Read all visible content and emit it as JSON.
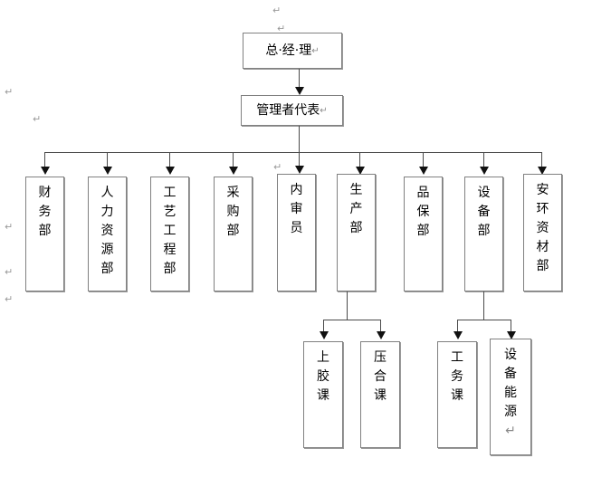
{
  "document": {
    "title": "组织架构图",
    "type": "org-chart",
    "paragraph_mark": "↵",
    "space_dot": "·"
  },
  "nodes": {
    "general_manager": {
      "label": "总·经·理",
      "chars": [
        "总",
        "·",
        "经",
        "·",
        "理"
      ]
    },
    "management_rep": {
      "label": "管理者代表",
      "chars": [
        "管",
        "理",
        "者",
        "代",
        "表"
      ]
    }
  },
  "departments": [
    {
      "id": "finance",
      "label": "财务部",
      "chars": [
        "财",
        "务",
        "部"
      ]
    },
    {
      "id": "hr",
      "label": "人力资源部",
      "chars": [
        "人",
        "力",
        "资",
        "源",
        "部"
      ]
    },
    {
      "id": "process-eng",
      "label": "工艺工程部",
      "chars": [
        "工",
        "艺",
        "工",
        "程",
        "部"
      ]
    },
    {
      "id": "purchasing",
      "label": "采购部",
      "chars": [
        "采",
        "购",
        "部"
      ]
    },
    {
      "id": "internal-auditor",
      "label": "内审员",
      "chars": [
        "内",
        "审",
        "员"
      ]
    },
    {
      "id": "production",
      "label": "生产部",
      "chars": [
        "生",
        "产",
        "部"
      ]
    },
    {
      "id": "quality",
      "label": "品保部",
      "chars": [
        "品",
        "保",
        "部"
      ]
    },
    {
      "id": "equipment",
      "label": "设备部",
      "chars": [
        "设",
        "备",
        "部"
      ]
    },
    {
      "id": "ehs-materials",
      "label": "安环资材部",
      "chars": [
        "安",
        "环",
        "资",
        "材",
        "部"
      ]
    }
  ],
  "sections": [
    {
      "id": "gluing",
      "parent": "production",
      "label": "上胶课",
      "chars": [
        "上",
        "胶",
        "课"
      ]
    },
    {
      "id": "pressing",
      "parent": "production",
      "label": "压合课",
      "chars": [
        "压",
        "合",
        "课"
      ]
    },
    {
      "id": "utility",
      "parent": "equipment",
      "label": "工务课",
      "chars": [
        "工",
        "务",
        "课"
      ]
    },
    {
      "id": "energy",
      "parent": "equipment",
      "label": "设备能源",
      "chars": [
        "设",
        "备",
        "能",
        "源"
      ]
    }
  ],
  "colors": {
    "page_background": "#ffffff",
    "box_border": "#7a7a7a",
    "connector": "#4a4a4a",
    "arrow_head": "#111111",
    "text": "#000000",
    "mark": "#9a9a9a"
  }
}
